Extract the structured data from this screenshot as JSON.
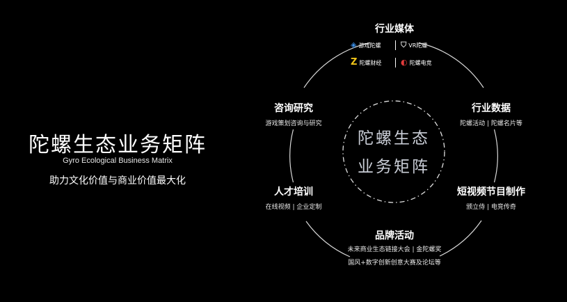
{
  "title": "陀螺生态业务矩阵",
  "subtitle": "Gyro Ecological Business Matrix",
  "slogan": "助力文化价值与商业价值最大化",
  "center": {
    "line1": "陀螺生态",
    "line2": "业务矩阵"
  },
  "nodes": {
    "media": {
      "title": "行业媒体",
      "logos": [
        "游戏陀螺",
        "VR陀螺",
        "陀螺财经",
        "陀螺电竞"
      ]
    },
    "consult": {
      "title": "咨询研究",
      "desc": "游戏策划咨询与研究"
    },
    "data": {
      "title": "行业数据",
      "desc": "陀螺活动 | 陀螺名片等"
    },
    "talent": {
      "title": "人才培训",
      "desc": "在线视频 | 企业定制"
    },
    "video": {
      "title": "短视频节目制作",
      "desc": "颁立侍 | 电竞传奇"
    },
    "brand": {
      "title": "品牌活动",
      "desc1": "未来商业生态链接大会 | 金陀螺奖",
      "desc2": "国风+数字创新创意大赛及论坛等"
    }
  },
  "colors": {
    "background": "#000000",
    "ring": "#d9d9d9",
    "center_text": "#c9cdd6"
  }
}
